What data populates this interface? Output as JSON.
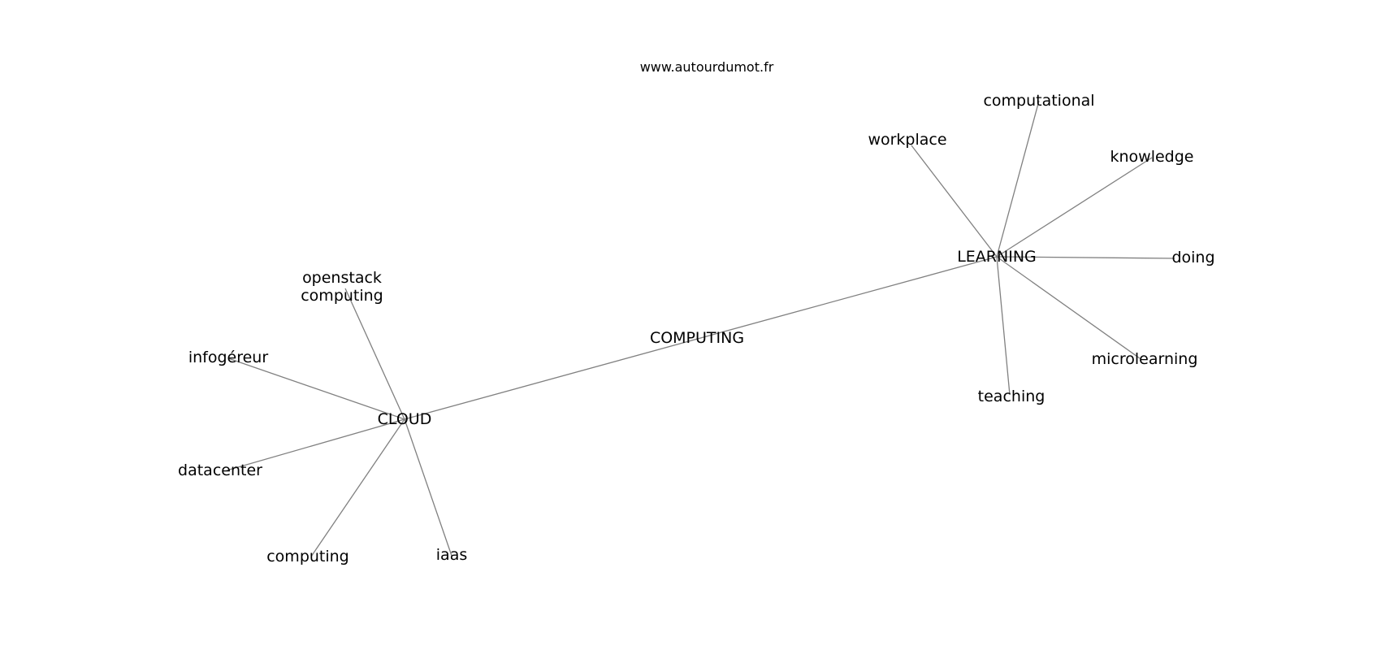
{
  "watermark": "www.autourdumot.fr",
  "nodes": {
    "computing_center": "COMPUTING",
    "cloud": "CLOUD",
    "learning": "LEARNING",
    "openstack_line1": "openstack",
    "openstack_line2": "computing",
    "infogereur": "infogéreur",
    "datacenter": "datacenter",
    "computing": "computing",
    "iaas": "iaas",
    "workplace": "workplace",
    "computational": "computational",
    "knowledge": "knowledge",
    "doing": "doing",
    "microlearning": "microlearning",
    "teaching": "teaching"
  },
  "edges": [
    [
      "cloud",
      "learning"
    ],
    [
      "cloud",
      "openstack"
    ],
    [
      "cloud",
      "infogereur"
    ],
    [
      "cloud",
      "datacenter"
    ],
    [
      "cloud",
      "computing"
    ],
    [
      "cloud",
      "iaas"
    ],
    [
      "learning",
      "workplace"
    ],
    [
      "learning",
      "computational"
    ],
    [
      "learning",
      "knowledge"
    ],
    [
      "learning",
      "doing"
    ],
    [
      "learning",
      "microlearning"
    ],
    [
      "learning",
      "teaching"
    ]
  ]
}
